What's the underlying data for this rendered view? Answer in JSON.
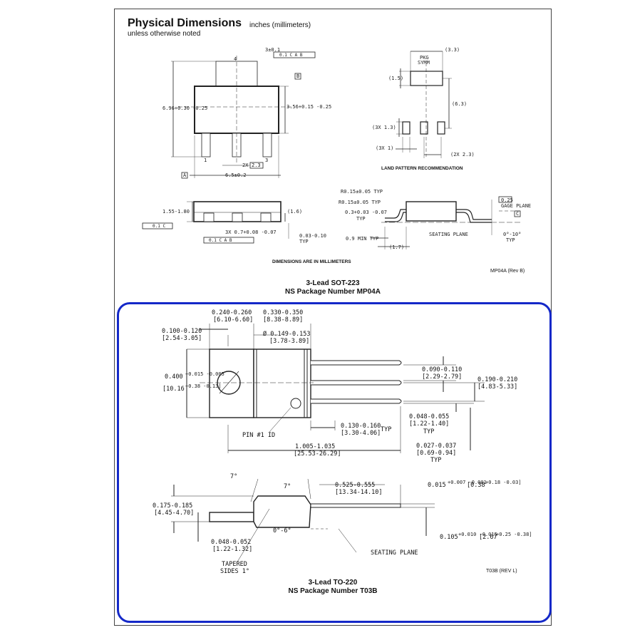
{
  "header": {
    "title": "Physical Dimensions",
    "units": "inches (millimeters)",
    "note": "unless otherwise noted"
  },
  "sot223": {
    "top_view": {
      "pin4": "4",
      "pin1": "1",
      "pin3": "3",
      "lead_width": "3±0.1",
      "tol_top": "0.1 C A B",
      "datum_b": "B",
      "datum_a": "A",
      "height_left": "6.96+0.30 -0.25",
      "height_right": "3.56+0.15 -0.25",
      "pitch": "2X",
      "pitch_box": "2.3",
      "width": "6.5±0.2"
    },
    "land": {
      "top_dim": "(3.3)",
      "pkg": "PKG",
      "symm": "SYMM",
      "pad_h": "(1.5)",
      "total_h": "(6.3)",
      "pad_w3": "(3X 1.3)",
      "pad_s3": "(3X 1)",
      "pitch2": "(2X 2.3)",
      "label": "LAND PATTERN RECOMMENDATION"
    },
    "side_view": {
      "height": "1.55-1.80",
      "lead_dim": "(1.6)",
      "flat": "0.1 C",
      "lead_w": "3X 0.7+0.08 -0.07",
      "tol": "0.1 C A B",
      "standoff": "0.03-0.10",
      "typ": "TYP"
    },
    "detail": {
      "r1": "R0.15±0.05 TYP",
      "r2": "R0.15±0.05 TYP",
      "thick": "0.3+0.03 -0.07",
      "thick_typ": "TYP",
      "gauge_val": "0.25",
      "gauge_label": "GAGE PLANE",
      "datum_c": "C",
      "angle": "0°-10°",
      "angle_typ": "TYP",
      "seating": "SEATING PLANE",
      "min_len": "0.9 MIN TYP",
      "foot": "(1.7)"
    },
    "dims_note": "DIMENSIONS ARE IN MILLIMETERS",
    "rev": "MP04A (Rev B)",
    "caption_1": "3-Lead SOT-223",
    "caption_2": "NS Package Number MP04A"
  },
  "to220": {
    "top_view": {
      "tab_len_in": "0.240-0.260",
      "tab_len_mm": "[6.10-6.60]",
      "body_len_in": "0.330-0.350",
      "body_len_mm": "[8.38-8.89]",
      "hole_off_in": "0.100-0.120",
      "hole_off_mm": "[2.54-3.05]",
      "hole_dia_in": "Ø 0.149-0.153",
      "hole_dia_mm": "[3.78-3.89]",
      "width_in": "0.400",
      "width_in_tol": "+0.015 -0.005",
      "width_mm": "[10.16",
      "width_mm_tol": "+0.38 -0.13]",
      "lead_w_in": "0.090-0.110",
      "lead_w_mm": "[2.29-2.79]",
      "pitch_in": "0.190-0.210",
      "pitch_mm": "[4.83-5.33]",
      "lead_len_in": "0.048-0.055",
      "lead_len_mm": "[1.22-1.40]",
      "lead_len_typ": "TYP",
      "pin_pitch_in": "0.130-0.160",
      "pin_pitch_mm": "[3.30-4.06]",
      "pin_pitch_typ": "TYP",
      "pin1": "PIN #1 ID",
      "total_in": "1.005-1.035",
      "total_mm": "[25.53-26.29]",
      "lead_t_in": "0.027-0.037",
      "lead_t_mm": "[0.69-0.94]",
      "lead_t_typ": "TYP"
    },
    "side_view": {
      "angle1": "7°",
      "angle2": "7°",
      "body_len_in": "0.525-0.555",
      "body_len_mm": "[13.34-14.10]",
      "thick_in": "0.015",
      "thick_tol": "+0.007 -0.001",
      "thick_mm": "[0.38",
      "thick_mm_tol": "+0.18 -0.03]",
      "height_in": "0.175-0.185",
      "height_mm": "[4.45-4.70]",
      "angle3": "0°-6°",
      "tab_t_in": "0.048-0.052",
      "tab_t_mm": "[1.22-1.32]",
      "lead_off_in": "0.105",
      "lead_off_tol": "+0.010 -0.015",
      "lead_off_mm": "[2.67",
      "lead_off_mm_tol": "+0.25 -0.38]",
      "seating": "SEATING PLANE",
      "tapered_1": "TAPERED",
      "tapered_2": "SIDES 1°"
    },
    "rev": "T03B (REV L)",
    "caption_1": "3-Lead TO-220",
    "caption_2": "NS Package Number T03B"
  },
  "colors": {
    "highlight": "#1428c8",
    "line": "#222222",
    "frame": "#444444"
  }
}
